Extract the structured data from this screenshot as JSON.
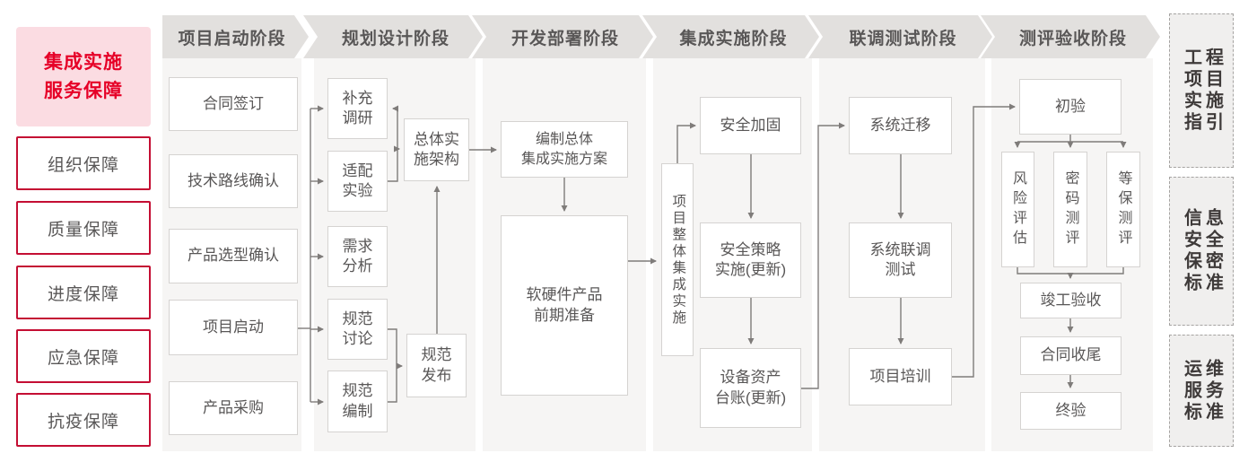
{
  "colors": {
    "accent_red": "#e60027",
    "red_border": "#c40e33",
    "pink_bg": "#fbdce2",
    "banner_bg": "#e2e0de",
    "panel_bg": "#f6f5f4",
    "box_border": "#d5d3d1",
    "text_gray": "#595757",
    "connector_gray": "#7f7c7a",
    "standard_bg": "#f0efee",
    "standard_text": "#3e3a39"
  },
  "legend": {
    "title": "集成实施\n服务保障",
    "items": [
      {
        "label": "组织保障"
      },
      {
        "label": "质量保障"
      },
      {
        "label": "进度保障"
      },
      {
        "label": "应急保障"
      },
      {
        "label": "抗疫保障"
      }
    ]
  },
  "phases": [
    {
      "header": "项目启动阶段"
    },
    {
      "header": "规划设计阶段"
    },
    {
      "header": "开发部署阶段"
    },
    {
      "header": "集成实施阶段"
    },
    {
      "header": "联调测试阶段"
    },
    {
      "header": "测评验收阶段"
    }
  ],
  "boxes": {
    "contract_signing": "合同签订",
    "tech_route": "技术路线确认",
    "product_selection": "产品选型确认",
    "project_kickoff": "项目启动",
    "product_procurement": "产品采购",
    "supplementary_research": "补充\n调研",
    "adaptation_experiment": "适配\n实验",
    "requirement_analysis": "需求\n分析",
    "spec_discussion": "规范\n讨论",
    "spec_drafting": "规范\n编制",
    "overall_architecture": "总体实\n施架构",
    "spec_release": "规范\n发布",
    "overall_plan": "编制总体\n集成实施方案",
    "hw_sw_preparation": "软硬件产品\n前期准备",
    "overall_integration": "项目整体集成实施",
    "security_hardening": "安全加固",
    "security_policy": "安全策略\n实施(更新)",
    "asset_ledger": "设备资产\n台账(更新)",
    "system_migration": "系统迁移",
    "joint_testing": "系统联调\n测试",
    "project_training": "项目培训",
    "preliminary_acceptance": "初验",
    "risk_assessment": "风险评估",
    "crypto_evaluation": "密码测评",
    "mlps_evaluation": "等保测评",
    "completion_acceptance": "竣工验收",
    "contract_closure": "合同收尾",
    "final_acceptance": "终验"
  },
  "standards": [
    {
      "label": "工程项目实施指引",
      "col1": "工项实指",
      "col2": "程目施引"
    },
    {
      "label": "信息安全保密标准",
      "col1": "信安保标",
      "col2": "息全密准"
    },
    {
      "label": "运维服务标准",
      "col1": "运服标",
      "col2": "维务准"
    }
  ]
}
